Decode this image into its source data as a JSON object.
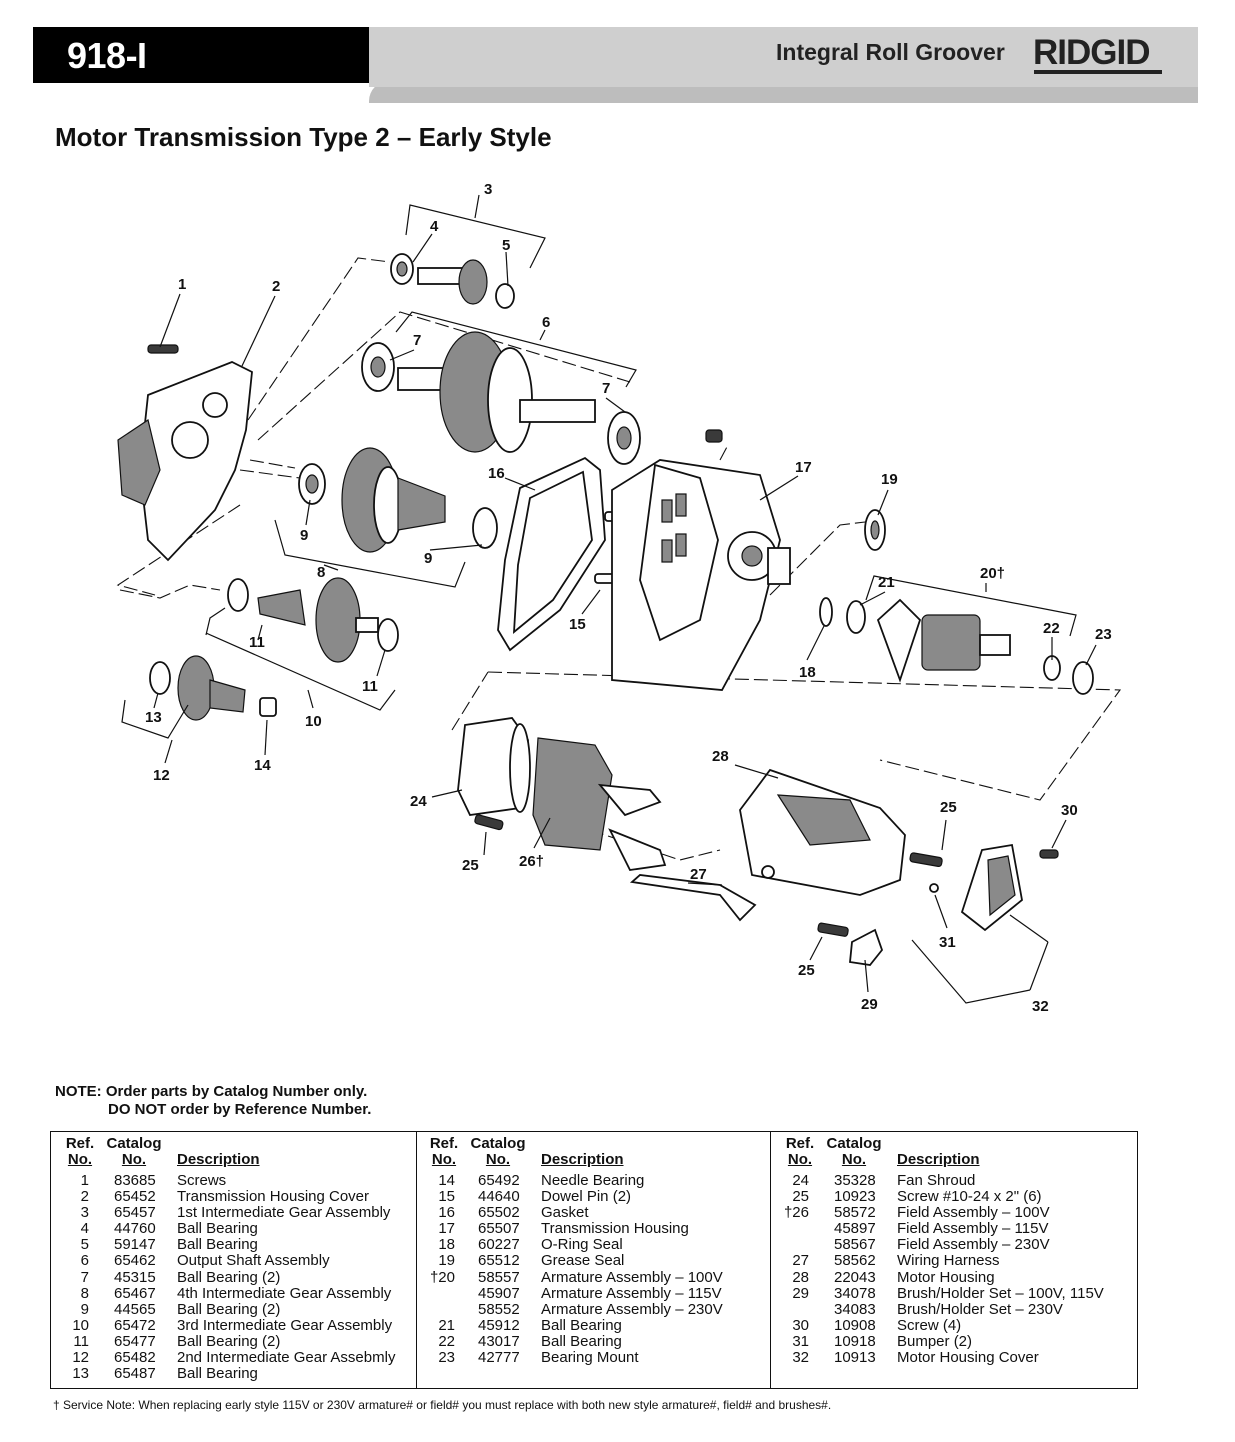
{
  "header": {
    "model": "918-I",
    "product": "Integral Roll Groover",
    "brand": "RIDGID"
  },
  "title": "Motor Transmission Type 2 – Early Style",
  "callouts": {
    "c1": "1",
    "c2": "2",
    "c3": "3",
    "c4": "4",
    "c5": "5",
    "c6": "6",
    "c7a": "7",
    "c7b": "7",
    "c8": "8",
    "c9a": "9",
    "c9b": "9",
    "c10": "10",
    "c11a": "11",
    "c11b": "11",
    "c12": "12",
    "c13": "13",
    "c14": "14",
    "c15": "15",
    "c16": "16",
    "c17": "17",
    "c18": "18",
    "c19": "19",
    "c20": "20†",
    "c21": "21",
    "c22": "22",
    "c23": "23",
    "c24": "24",
    "c25a": "25",
    "c25b": "25",
    "c25c": "25",
    "c26": "26†",
    "c27": "27",
    "c28": "28",
    "c29": "29",
    "c30": "30",
    "c31": "31",
    "c32": "32"
  },
  "note": {
    "line1": "NOTE: Order parts by Catalog Number only.",
    "line2": "DO NOT order by Reference Number."
  },
  "table": {
    "headers": {
      "ref_top": "Ref.",
      "ref_bottom": "No.",
      "cat_top": "Catalog",
      "cat_bottom": "No.",
      "desc": "Description"
    },
    "col1": [
      {
        "ref": "1",
        "cat": "83685",
        "desc": "Screws"
      },
      {
        "ref": "2",
        "cat": "65452",
        "desc": "Transmission Housing Cover"
      },
      {
        "ref": "3",
        "cat": "65457",
        "desc": "1st Intermediate Gear Assembly"
      },
      {
        "ref": "4",
        "cat": "44760",
        "desc": "Ball Bearing"
      },
      {
        "ref": "5",
        "cat": "59147",
        "desc": "Ball Bearing"
      },
      {
        "ref": "6",
        "cat": "65462",
        "desc": "Output Shaft Assembly"
      },
      {
        "ref": "7",
        "cat": "45315",
        "desc": "Ball Bearing (2)"
      },
      {
        "ref": "8",
        "cat": "65467",
        "desc": "4th Intermediate Gear Assembly"
      },
      {
        "ref": "9",
        "cat": "44565",
        "desc": "Ball Bearing (2)"
      },
      {
        "ref": "10",
        "cat": "65472",
        "desc": "3rd Intermediate Gear Assembly"
      },
      {
        "ref": "11",
        "cat": "65477",
        "desc": "Ball Bearing (2)"
      },
      {
        "ref": "12",
        "cat": "65482",
        "desc": "2nd Intermediate Gear Assebmly"
      },
      {
        "ref": "13",
        "cat": "65487",
        "desc": "Ball Bearing"
      }
    ],
    "col2": [
      {
        "ref": "14",
        "cat": "65492",
        "desc": "Needle Bearing"
      },
      {
        "ref": "15",
        "cat": "44640",
        "desc": "Dowel Pin (2)"
      },
      {
        "ref": "16",
        "cat": "65502",
        "desc": "Gasket"
      },
      {
        "ref": "17",
        "cat": "65507",
        "desc": "Transmission Housing"
      },
      {
        "ref": "18",
        "cat": "60227",
        "desc": "O-Ring Seal"
      },
      {
        "ref": "19",
        "cat": "65512",
        "desc": "Grease Seal"
      },
      {
        "ref": "†20",
        "cat": "58557",
        "desc": "Armature Assembly – 100V"
      },
      {
        "ref": "",
        "cat": "45907",
        "desc": "Armature Assembly – 115V"
      },
      {
        "ref": "",
        "cat": "58552",
        "desc": "Armature Assembly – 230V"
      },
      {
        "ref": "21",
        "cat": "45912",
        "desc": "Ball Bearing"
      },
      {
        "ref": "22",
        "cat": "43017",
        "desc": "Ball Bearing"
      },
      {
        "ref": "23",
        "cat": "42777",
        "desc": "Bearing Mount"
      }
    ],
    "col3": [
      {
        "ref": "24",
        "cat": "35328",
        "desc": "Fan Shroud"
      },
      {
        "ref": "25",
        "cat": "10923",
        "desc": "Screw #10-24 x 2\" (6)"
      },
      {
        "ref": "†26",
        "cat": "58572",
        "desc": "Field Assembly – 100V"
      },
      {
        "ref": "",
        "cat": "45897",
        "desc": "Field Assembly – 115V"
      },
      {
        "ref": "",
        "cat": "58567",
        "desc": "Field Assembly – 230V"
      },
      {
        "ref": "27",
        "cat": "58562",
        "desc": "Wiring Harness"
      },
      {
        "ref": "28",
        "cat": "22043",
        "desc": "Motor Housing"
      },
      {
        "ref": "29",
        "cat": "34078",
        "desc": "Brush/Holder Set – 100V, 115V"
      },
      {
        "ref": "",
        "cat": "34083",
        "desc": "Brush/Holder Set – 230V"
      },
      {
        "ref": "30",
        "cat": "10908",
        "desc": "Screw (4)"
      },
      {
        "ref": "31",
        "cat": "10918",
        "desc": "Bumper (2)"
      },
      {
        "ref": "32",
        "cat": "10913",
        "desc": "Motor Housing Cover"
      }
    ]
  },
  "footnote": "† Service Note: When replacing early style 115V or 230V armature# or field# you must replace with both new style armature#, field# and brushes#."
}
